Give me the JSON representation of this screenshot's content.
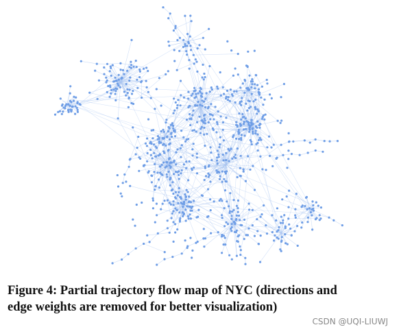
{
  "figure": {
    "caption_line1": "Figure 4: Partial trajectory flow map of NYC (directions and",
    "caption_line2": "edge weights are removed for better visualization)"
  },
  "watermark": "CSDN @UQI-LIUWJ",
  "graph": {
    "node_color": "#6f9ee6",
    "edge_color": "#a9c5f1",
    "background": "#ffffff"
  }
}
